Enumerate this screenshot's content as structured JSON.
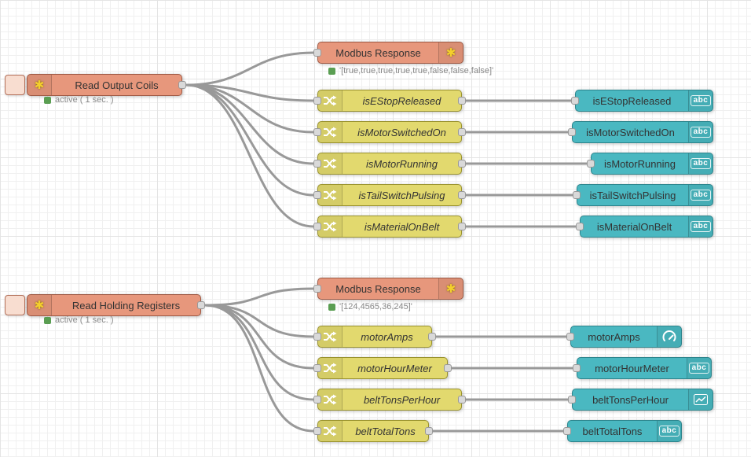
{
  "colors": {
    "modbus_node": "#E7977C",
    "function_node": "#E2D96E",
    "dashboard_node": "#4AB8C1",
    "wire": "#999999",
    "status_green": "#5A9E52"
  },
  "flow1": {
    "trigger": {
      "label": "Read Output Coils",
      "status": "active ( 1 sec. )"
    },
    "response": {
      "label": "Modbus Response",
      "status": "'[true,true,true,true,true,false,false,false]'"
    },
    "functions": [
      {
        "label": "isEStopReleased"
      },
      {
        "label": "isMotorSwitchedOn"
      },
      {
        "label": "isMotorRunning"
      },
      {
        "label": "isTailSwitchPulsing"
      },
      {
        "label": "isMaterialOnBelt"
      }
    ],
    "outputs": [
      {
        "label": "isEStopReleased",
        "icon": "abc"
      },
      {
        "label": "isMotorSwitchedOn",
        "icon": "abc"
      },
      {
        "label": "isMotorRunning",
        "icon": "abc"
      },
      {
        "label": "isTailSwitchPulsing",
        "icon": "abc"
      },
      {
        "label": "isMaterialOnBelt",
        "icon": "abc"
      }
    ]
  },
  "flow2": {
    "trigger": {
      "label": "Read Holding Registers",
      "status": "active ( 1 sec. )"
    },
    "response": {
      "label": "Modbus Response",
      "status": "'[124,4565,36,245]'"
    },
    "functions": [
      {
        "label": "motorAmps"
      },
      {
        "label": "motorHourMeter"
      },
      {
        "label": "beltTonsPerHour"
      },
      {
        "label": "beltTotalTons"
      }
    ],
    "outputs": [
      {
        "label": "motorAmps",
        "icon": "gauge"
      },
      {
        "label": "motorHourMeter",
        "icon": "abc"
      },
      {
        "label": "beltTonsPerHour",
        "icon": "chart"
      },
      {
        "label": "beltTotalTons",
        "icon": "abc"
      }
    ]
  }
}
